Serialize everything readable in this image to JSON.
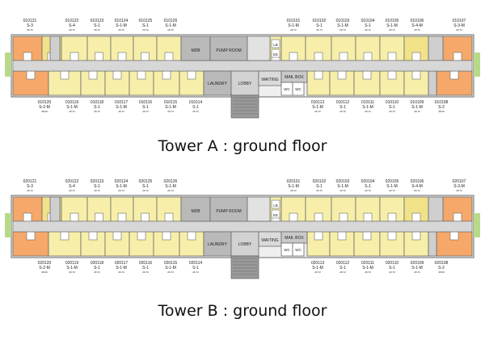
{
  "colors": {
    "unit_yellow": "#f7efa9",
    "unit_yellow_dark": "#f1e28a",
    "unit_orange": "#f5a86a",
    "unit_corner": "#f4b98a",
    "corridor": "#d7d7d7",
    "service_gray": "#b9b9b9",
    "wall": "#6a6a6a",
    "green_strip": "#b9d98a"
  },
  "towers": [
    {
      "caption": "Tower A : ground floor",
      "top_units": [
        {
          "id": "010121",
          "type": "S-3",
          "area": "29.72"
        },
        {
          "id": "010122",
          "type": "S-4",
          "area": "29.72"
        },
        {
          "id": "010123",
          "type": "S-1",
          "area": "29.72"
        },
        {
          "id": "010124",
          "type": "S-1-M",
          "area": "29.72"
        },
        {
          "id": "010125",
          "type": "S-1",
          "area": "29.72"
        },
        {
          "id": "010126",
          "type": "S-1-M",
          "area": "29.72"
        },
        {
          "id": "010101",
          "type": "S-1-M",
          "area": "29.72"
        },
        {
          "id": "010102",
          "type": "S-1",
          "area": "29.72"
        },
        {
          "id": "010103",
          "type": "S-1-M",
          "area": "29.72"
        },
        {
          "id": "010104",
          "type": "S-1",
          "area": "29.72"
        },
        {
          "id": "010105",
          "type": "S-1-M",
          "area": "29.72"
        },
        {
          "id": "010106",
          "type": "S-4-M",
          "area": "29.72"
        },
        {
          "id": "010107",
          "type": "S-3-M",
          "area": "29.72"
        }
      ],
      "bottom_units": [
        {
          "id": "010120",
          "type": "S-2-M",
          "area": "38.60"
        },
        {
          "id": "010119",
          "type": "S-1-M",
          "area": "29.72"
        },
        {
          "id": "010118",
          "type": "S-1",
          "area": "29.72"
        },
        {
          "id": "010117",
          "type": "S-1-M",
          "area": "29.72"
        },
        {
          "id": "010116",
          "type": "S-1",
          "area": "29.72"
        },
        {
          "id": "010115",
          "type": "S-1-M",
          "area": "29.72"
        },
        {
          "id": "010114",
          "type": "S-1",
          "area": "29.72"
        },
        {
          "id": "010113",
          "type": "S-1-M",
          "area": "29.72"
        },
        {
          "id": "010112",
          "type": "S-1",
          "area": "29.72"
        },
        {
          "id": "010111",
          "type": "S-1-M",
          "area": "29.72"
        },
        {
          "id": "010110",
          "type": "S-1",
          "area": "29.72"
        },
        {
          "id": "010109",
          "type": "S-1-M",
          "area": "29.72"
        },
        {
          "id": "010108",
          "type": "S-2",
          "area": "38.60"
        }
      ],
      "rooms": {
        "mdb": "MDB",
        "pump": "PUMP ROOM",
        "laundry": "LAUNDRY",
        "lobby": "LOBBY",
        "waiting": "WAITING",
        "mail": "MAIL BOX",
        "wc": "WC",
        "lift1": "LB",
        "lift2": "EE"
      }
    },
    {
      "caption": "Tower B : ground floor",
      "top_units": [
        {
          "id": "020121",
          "type": "S-3",
          "area": "29.72"
        },
        {
          "id": "020122",
          "type": "S-4",
          "area": "29.72"
        },
        {
          "id": "020123",
          "type": "S-1",
          "area": "29.72"
        },
        {
          "id": "020124",
          "type": "S-1-M",
          "area": "29.72"
        },
        {
          "id": "020125",
          "type": "S-1",
          "area": "29.72"
        },
        {
          "id": "020126",
          "type": "S-1-M",
          "area": "29.72"
        },
        {
          "id": "020101",
          "type": "S-1-M",
          "area": "29.72"
        },
        {
          "id": "020102",
          "type": "S-1",
          "area": "29.72"
        },
        {
          "id": "020103",
          "type": "S-1-M",
          "area": "29.72"
        },
        {
          "id": "020104",
          "type": "S-1",
          "area": "29.72"
        },
        {
          "id": "020105",
          "type": "S-1-M",
          "area": "29.72"
        },
        {
          "id": "020106",
          "type": "S-4-M",
          "area": "29.72"
        },
        {
          "id": "020107",
          "type": "S-3-M",
          "area": "29.72"
        }
      ],
      "bottom_units": [
        {
          "id": "020120",
          "type": "S-2-M",
          "area": "38.60"
        },
        {
          "id": "020119",
          "type": "S-1-M",
          "area": "29.72"
        },
        {
          "id": "020118",
          "type": "S-1",
          "area": "29.72"
        },
        {
          "id": "020117",
          "type": "S-1-M",
          "area": "29.72"
        },
        {
          "id": "020116",
          "type": "S-1",
          "area": "29.72"
        },
        {
          "id": "020115",
          "type": "S-1-M",
          "area": "29.72"
        },
        {
          "id": "020114",
          "type": "S-1",
          "area": "29.72"
        },
        {
          "id": "020113",
          "type": "S-1-M",
          "area": "29.72"
        },
        {
          "id": "020112",
          "type": "S-1",
          "area": "29.72"
        },
        {
          "id": "020111",
          "type": "S-1-M",
          "area": "29.72"
        },
        {
          "id": "020110",
          "type": "S-1",
          "area": "29.72"
        },
        {
          "id": "020109",
          "type": "S-1-M",
          "area": "29.72"
        },
        {
          "id": "020108",
          "type": "S-2",
          "area": "38.60"
        }
      ],
      "rooms": {
        "mdb": "MDB",
        "pump": "PUMP ROOM",
        "laundry": "LAUNDRY",
        "lobby": "LOBBY",
        "waiting": "WAITING",
        "mail": "MAIL BOX",
        "wc": "WC",
        "lift1": "LB",
        "lift2": "EE"
      }
    }
  ]
}
